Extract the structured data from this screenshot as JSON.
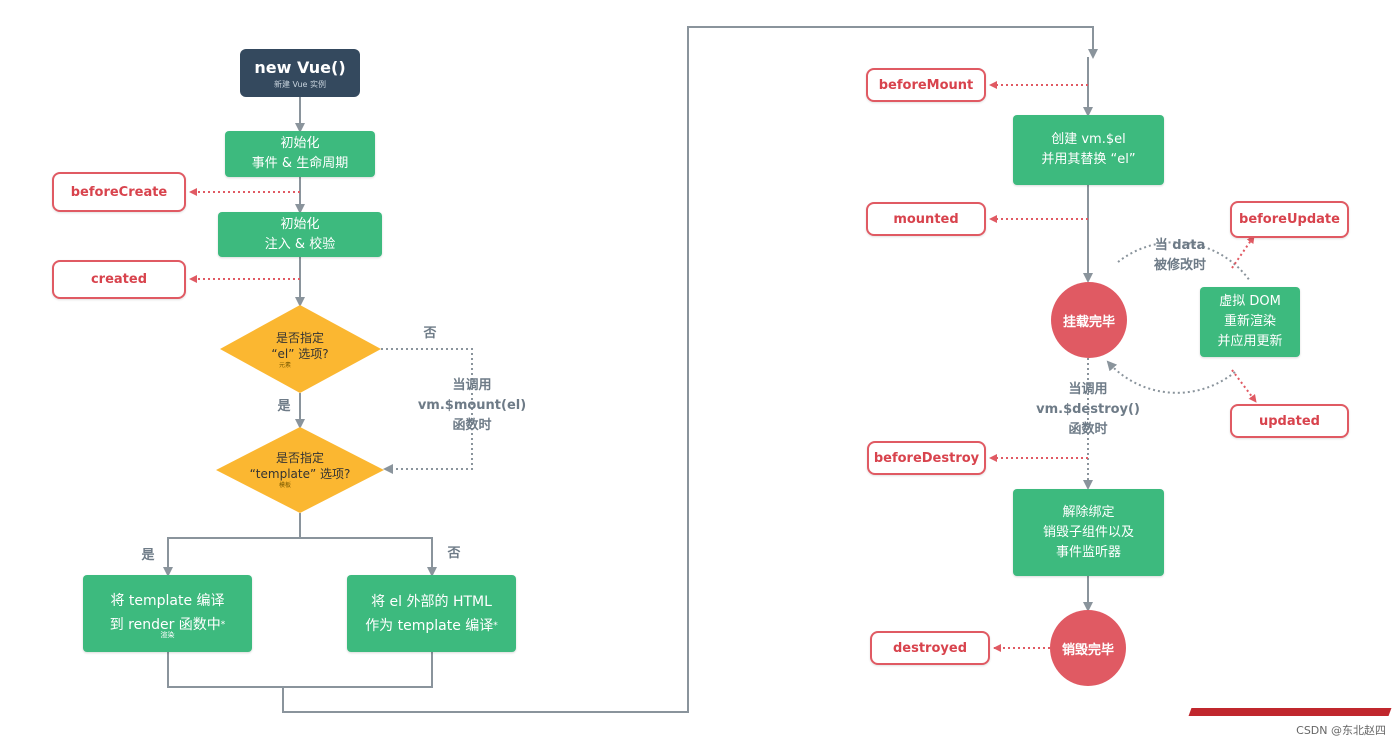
{
  "start": {
    "title": "new Vue()",
    "subtitle": "新建 Vue 实例"
  },
  "init_events": {
    "line1": "初始化",
    "line2": "事件 & 生命周期"
  },
  "init_inject": {
    "line1": "初始化",
    "line2": "注入 & 校验"
  },
  "el_decision": {
    "line1": "是否指定",
    "line2": "“el” 选项?",
    "note": "元素"
  },
  "template_decision": {
    "line1": "是否指定",
    "line2": "“template” 选项?",
    "note": "模板"
  },
  "compile_template": {
    "line1": "将 template 编译",
    "line2": "到 render 函数中",
    "note": "渲染",
    "mark": "*"
  },
  "compile_outer_html": {
    "line1": "将 el 外部的 HTML",
    "line2": "作为 template 编译",
    "mark": "*"
  },
  "create_el": {
    "line1": "创建 vm.$el",
    "line2": "并用其替换 “el”"
  },
  "mounted_state": {
    "label": "挂载完毕"
  },
  "virtual_dom": {
    "line1": "虚拟 DOM",
    "line2": "重新渲染",
    "line3": "并应用更新"
  },
  "teardown": {
    "line1": "解除绑定",
    "line2": "销毁子组件以及",
    "line3": "事件监听器"
  },
  "destroyed_state": {
    "label": "销毁完毕"
  },
  "hooks": {
    "beforeCreate": "beforeCreate",
    "created": "created",
    "beforeMount": "beforeMount",
    "mounted": "mounted",
    "beforeUpdate": "beforeUpdate",
    "updated": "updated",
    "beforeDestroy": "beforeDestroy",
    "destroyed": "destroyed"
  },
  "edge_labels": {
    "el_no": "否",
    "el_yes": "是",
    "mount_call_line1": "当调用",
    "mount_call_line2": "vm.$mount(el)",
    "mount_call_line3": "函数时",
    "template_yes": "是",
    "template_no": "否",
    "data_change_line1": "当 data",
    "data_change_line2": "被修改时",
    "destroy_call_line1": "当调用",
    "destroy_call_line2": "vm.$destroy()",
    "destroy_call_line3": "函数时"
  },
  "watermark": "CSDN @东北赵四",
  "colors": {
    "green": "#3dba7e",
    "dark": "#34495e",
    "orange": "#fbb731",
    "red": "#e05a63",
    "line": "#8a949c"
  }
}
